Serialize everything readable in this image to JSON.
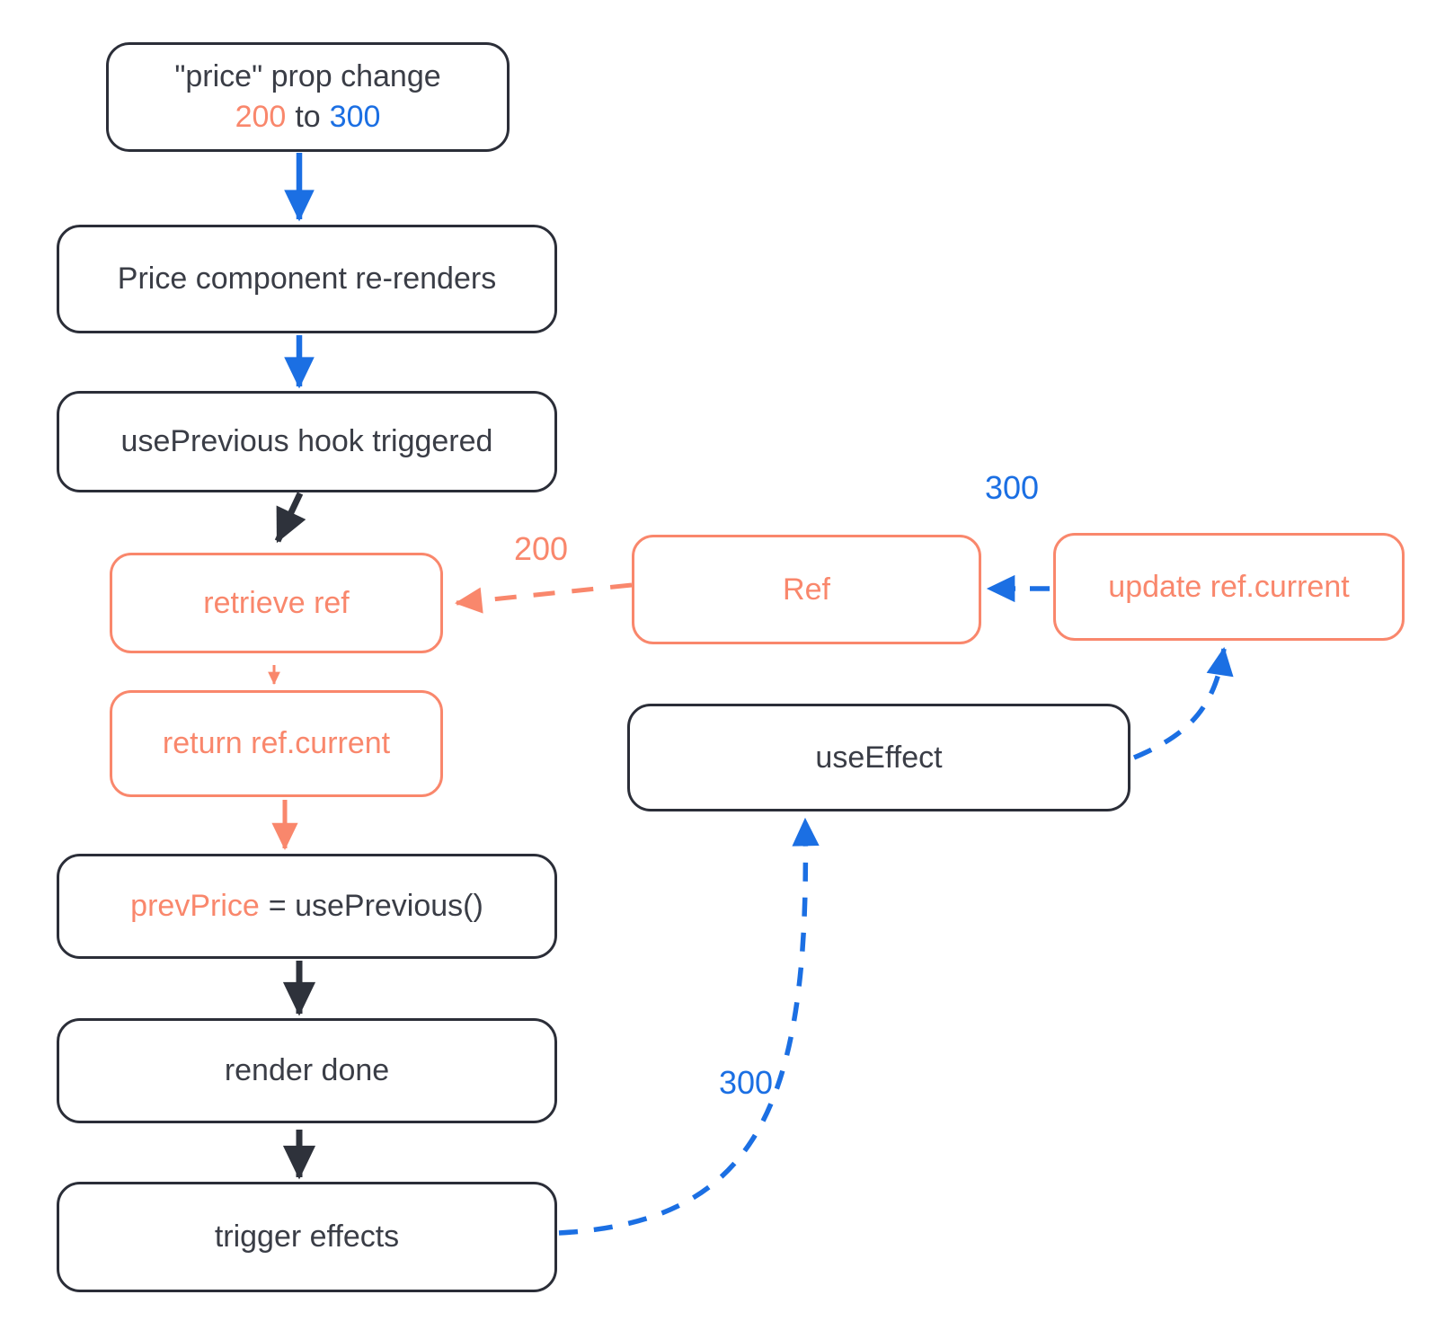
{
  "colors": {
    "salmon": "#F9876C",
    "blue": "#1B6FE3",
    "dark_border": "#2B2E38",
    "dark_text": "#3A3D46",
    "background": "#FFFFFF"
  },
  "nodes": {
    "price_prop_change": {
      "line1": "\"price\" prop change",
      "old_value": "200",
      "to_word": "to",
      "new_value": "300"
    },
    "price_rerenders": {
      "label": "Price component re-renders"
    },
    "useprevious_triggered": {
      "label": "usePrevious hook triggered"
    },
    "retrieve_ref": {
      "label": "retrieve ref"
    },
    "return_ref_current": {
      "label": "return ref.current"
    },
    "prevprice_assign": {
      "lhs": "prevPrice",
      "rhs": "= usePrevious()"
    },
    "render_done": {
      "label": "render done"
    },
    "trigger_effects": {
      "label": "trigger effects"
    },
    "ref": {
      "label": "Ref"
    },
    "update_ref_current": {
      "label": "update ref.current"
    },
    "use_effect": {
      "label": "useEffect"
    }
  },
  "edge_labels": {
    "ref_to_retrieve_ref": "200",
    "update_to_ref": "300",
    "trigger_effects_to_useeffect": "300"
  }
}
